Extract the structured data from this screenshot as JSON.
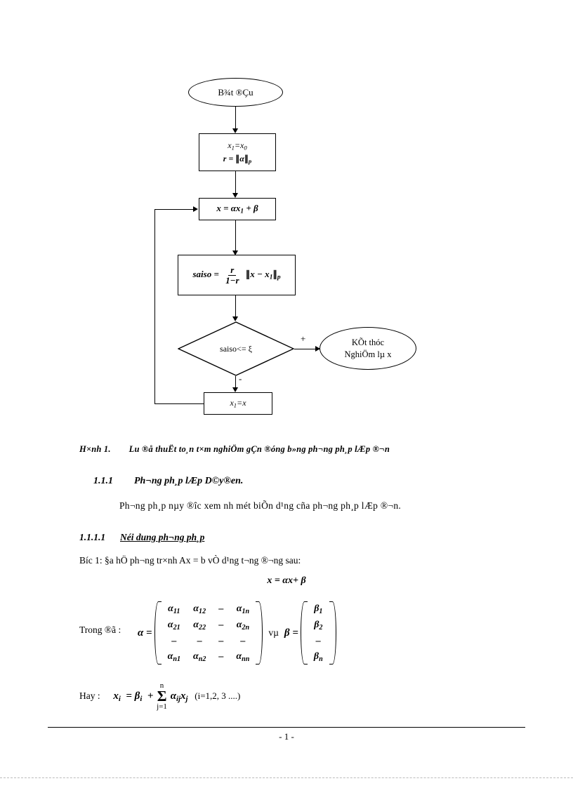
{
  "document": {
    "flowchart": {
      "start_node": "B¾t ®Çu",
      "init_node_line1": "x1=x0",
      "init_node_line2": "r = ||α||p",
      "iter_node": "x = αx1 + β",
      "error_node": "saiso = r/(1-r) ||x - x1||p",
      "decision_node": "saiso <= ξ",
      "end_node_line1": "KÕt thóc",
      "end_node_line2": "NghiÖm  lµ  x",
      "assign_node": "x1=x",
      "branch_yes": "+",
      "branch_no": "-"
    },
    "caption": {
      "number": "H×nh 1.",
      "text": "L­u ®å thuËt to¸n t×m nghiÖm gÇn ®óng b»ng ph­¬ng ph¸p lÆp ®¬n"
    },
    "heading_1111": {
      "number": "1.1.1",
      "title": "Ph­¬ng ph¸p lÆp D©y®en."
    },
    "paragraph_intro": "Ph­¬ng ph¸p nµy ®­îc xem nh­ mét biÕn d¹ng cña ph­¬ng ph¸p lÆp ®¬n.",
    "heading_11111": {
      "number": "1.1.1.1",
      "title": "Néi dung ph­¬ng ph¸p"
    },
    "step1": "B­íc 1: §­a hÖ ph­¬ng tr×nh Ax = b vÒ d¹ng t­¬ng ®­¬ng sau:",
    "equation_main": "x = αx + β",
    "trongdo_label": "Trong ®ã :",
    "alpha_symbol": "α =",
    "va_label": "vµ",
    "beta_symbol": "β =",
    "matrix_alpha": [
      [
        "α11",
        "α12",
        "–",
        "α1n"
      ],
      [
        "α21",
        "α22",
        "–",
        "α2n"
      ],
      [
        "–",
        "–",
        "–",
        "–"
      ],
      [
        "αn1",
        "αn2",
        "–",
        "αnn"
      ]
    ],
    "matrix_beta": [
      "β1",
      "β2",
      "–",
      "βn"
    ],
    "hay_label": "Hay :",
    "hay_equation": "xi = βi + Σ j=1..n αij xj",
    "hay_range": "(i=1,2, 3 ....)",
    "sum_upper": "n",
    "sum_lower": "j=1",
    "footer": "- 1 -"
  }
}
